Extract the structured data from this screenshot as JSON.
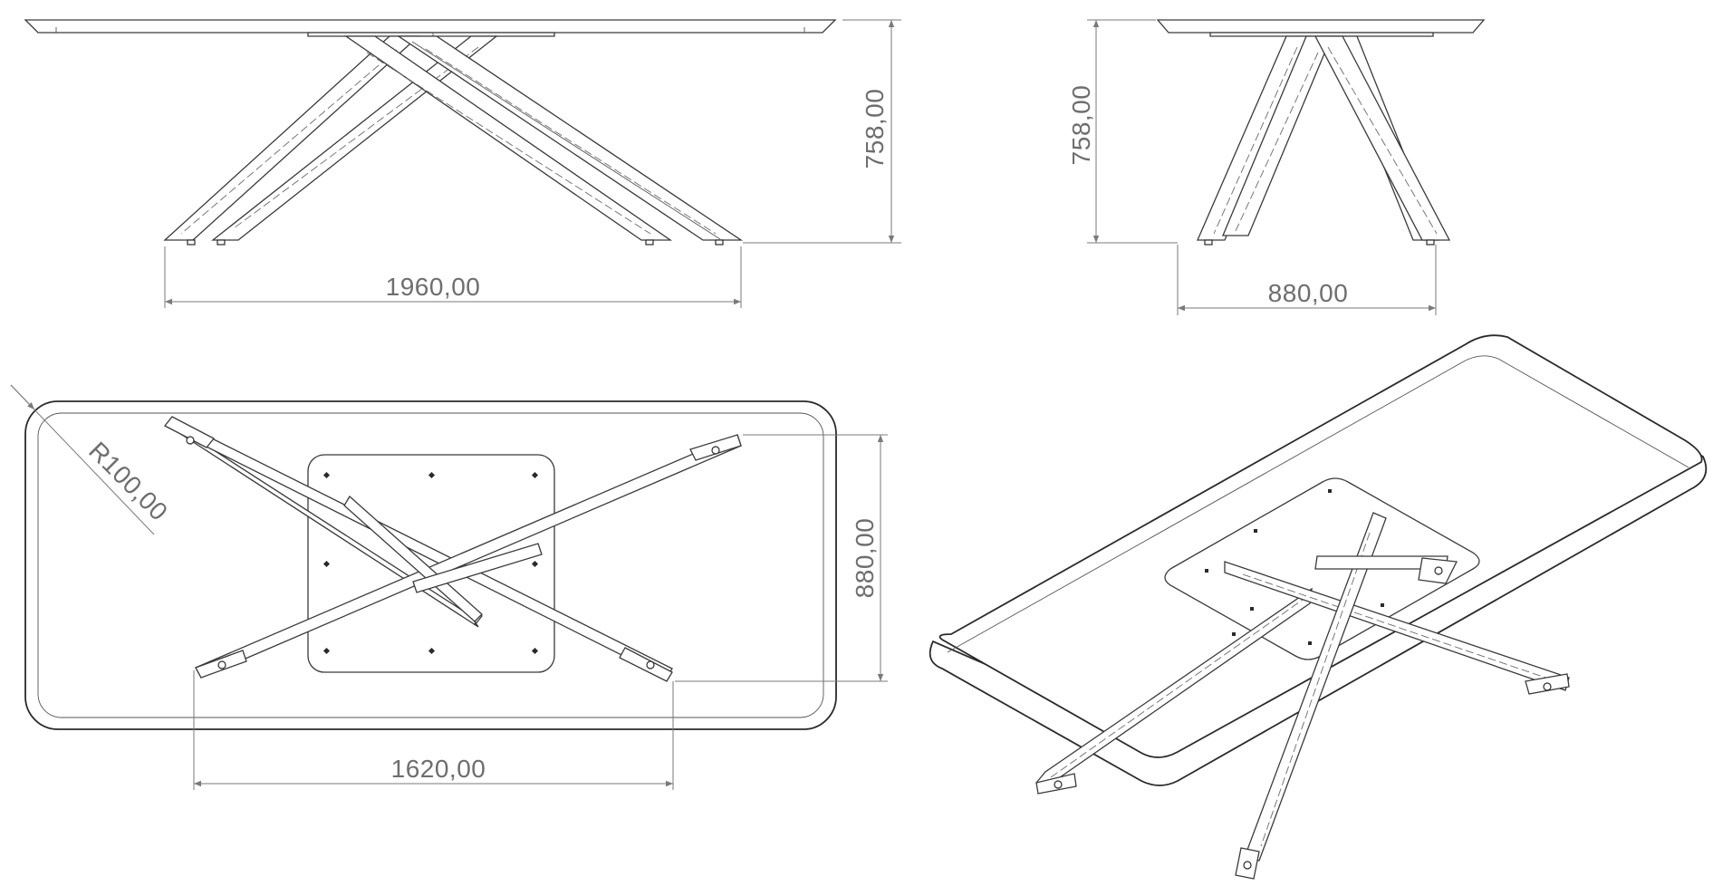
{
  "views": {
    "front": {
      "dim_width": "1960,00",
      "dim_height": "758,00"
    },
    "side": {
      "dim_width": "880,00",
      "dim_height": "758,00"
    },
    "plan": {
      "dim_radius": "R100,00",
      "dim_leg_span_y": "880,00",
      "dim_leg_span_x": "1620,00"
    },
    "isometric": {}
  },
  "colors": {
    "line": "#3a3a3a",
    "dimension": "#7a7a7a",
    "background": "#ffffff"
  }
}
